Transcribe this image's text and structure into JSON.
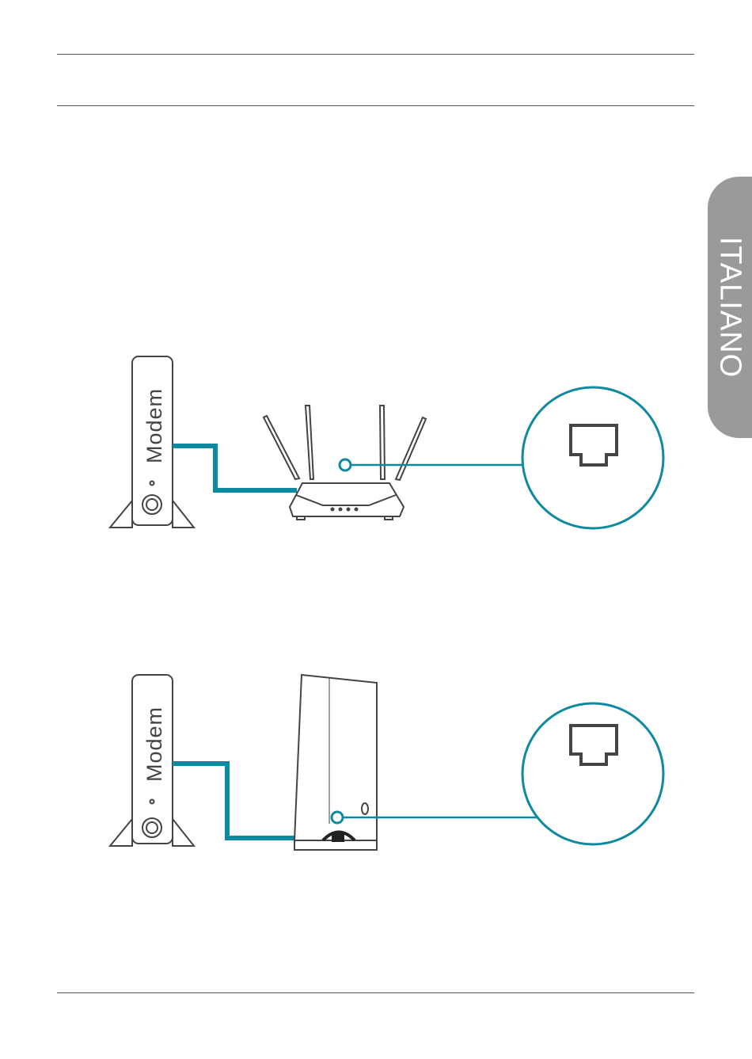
{
  "sidebar": {
    "language": "ITALIANO"
  },
  "figure_router": {
    "modem_label": "Modem"
  },
  "figure_tower": {
    "modem_label": "Modem"
  },
  "colors": {
    "cable": "#0e89a0",
    "outline": "#444444",
    "tab": "#9a9a9a"
  }
}
